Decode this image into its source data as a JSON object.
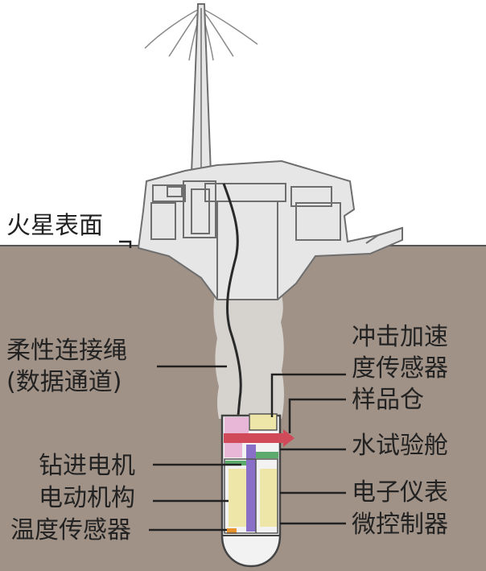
{
  "labels": {
    "surface": "火星表面",
    "tether_line1": "柔性连接绳",
    "tether_line2": "(数据通道)",
    "accel_line1": "冲击加速",
    "accel_line2": "度传感器",
    "sample_bay": "样品仓",
    "water_cabin": "水试验舱",
    "drill_motor": "钻进电机",
    "electric_mech": "电动机构",
    "temp_sensor": "温度传感器",
    "electronics": "电子仪表",
    "microcontroller": "微控制器"
  },
  "colors": {
    "soil": "#a19287",
    "lander": "#e6e6e6",
    "outline": "#6e6e6e",
    "borehole": "#d6d3cf",
    "probe_shell": "#f2f2f2",
    "arrow_red": "#d04a5a",
    "pink_module": "#e8b6d6",
    "yellow_module": "#ede6a8",
    "purple_shaft": "#8a6fc9",
    "green_part": "#5caa6c",
    "orange_sensor": "#e8922b"
  }
}
